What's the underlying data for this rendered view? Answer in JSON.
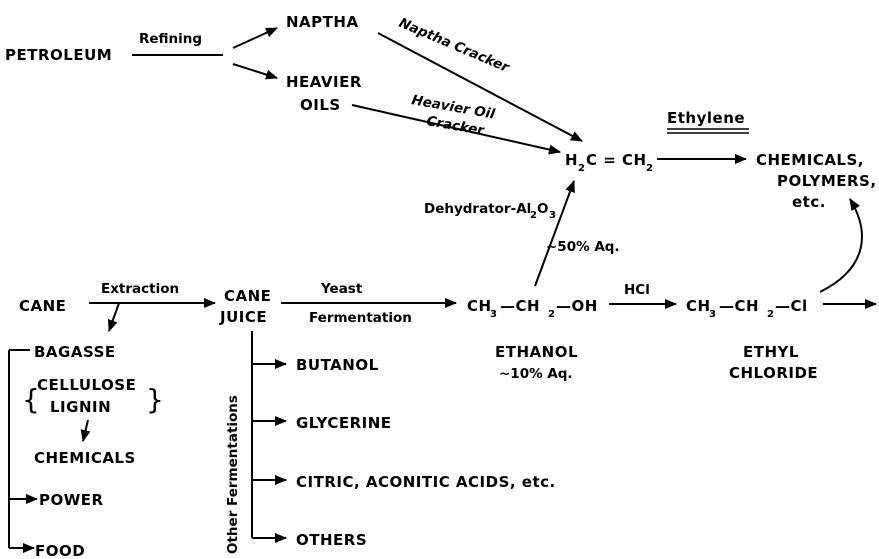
{
  "nodes": {
    "petroleum": "PETROLEUM",
    "naptha": "NAPTHA",
    "heavier_oils_1": "HEAVIER",
    "heavier_oils_2": "OILS",
    "ethylene_heading": "Ethylene",
    "ethylene_h2c": "H",
    "ethylene_2a": "2",
    "ethylene_c": "C = CH",
    "ethylene_2b": "2",
    "chemicals_polymers_1": "CHEMICALS,",
    "chemicals_polymers_2": "POLYMERS,",
    "chemicals_polymers_3": "etc.",
    "cane": "CANE",
    "cane_juice_1": "CANE",
    "cane_juice_2": "JUICE",
    "ethanol_formula_a": "CH",
    "ethanol_formula_3": "3",
    "ethanol_formula_b": "—CH",
    "ethanol_formula_2": "2",
    "ethanol_formula_c": "—OH",
    "ethanol_name": "ETHANOL",
    "ethanol_conc": "~10% Aq.",
    "ethyl_chloride_formula_a": "CH",
    "ethyl_chloride_formula_3": "3",
    "ethyl_chloride_formula_b": "—CH",
    "ethyl_chloride_formula_2": "2",
    "ethyl_chloride_formula_c": "—Cl",
    "ethyl_chloride_name_1": "ETHYL",
    "ethyl_chloride_name_2": "CHLORIDE",
    "bagasse": "BAGASSE",
    "cellulose": "CELLULOSE",
    "lignin": "LIGNIN",
    "chemicals": "CHEMICALS",
    "power": "POWER",
    "food": "FOOD",
    "butanol": "BUTANOL",
    "glycerine": "GLYCERINE",
    "citric": "CITRIC, ACONITIC ACIDS, etc.",
    "others": "OTHERS"
  },
  "edges": {
    "refining": "Refining",
    "naptha_cracker": "Naptha Cracker",
    "heavier_oil_cracker_1": "Heavier Oil",
    "heavier_oil_cracker_2": "Cracker",
    "dehydrator_a": "Dehydrator-Al",
    "dehydrator_2": "2",
    "dehydrator_o": "O",
    "dehydrator_3": "3",
    "aq50": "~50% Aq.",
    "extraction": "Extraction",
    "yeast": "Yeast",
    "fermentation": "Fermentation",
    "hcl": "HCl",
    "other_fermentations": "Other Fermentations"
  }
}
